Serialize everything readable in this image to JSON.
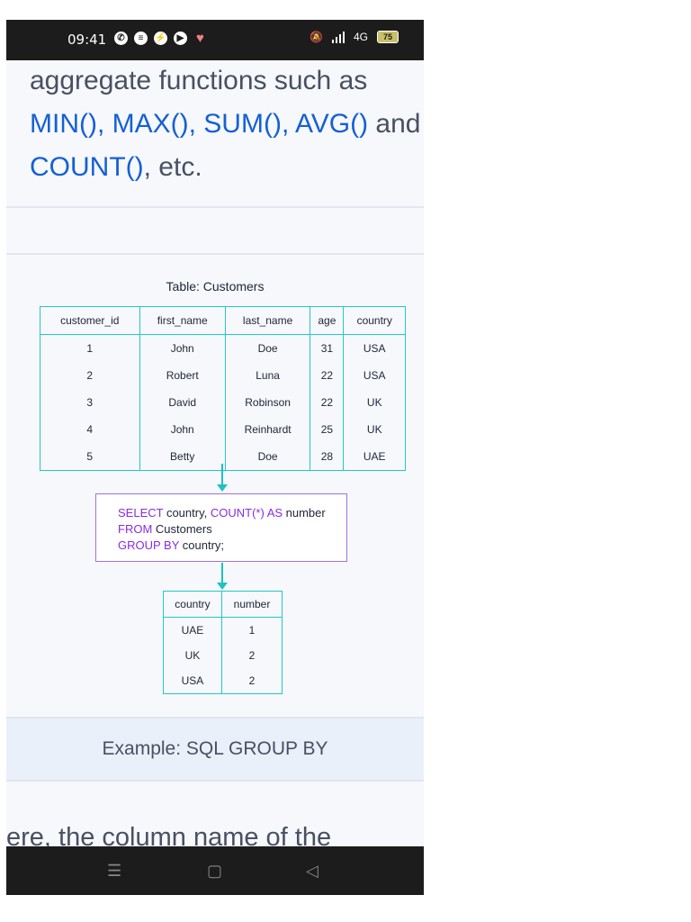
{
  "status_bar": {
    "time": "09:41",
    "network": "4G",
    "battery": "75"
  },
  "intro": {
    "text_before": "aggregate functions such as",
    "functions": "MIN(), MAX(), SUM(), AVG()",
    "and": " and",
    "count": "COUNT()",
    "etc": ", etc."
  },
  "diagram": {
    "title": "Table: Customers",
    "customers_headers": [
      "customer_id",
      "first_name",
      "last_name",
      "age",
      "country"
    ],
    "customers_rows": [
      [
        "1",
        "John",
        "Doe",
        "31",
        "USA"
      ],
      [
        "2",
        "Robert",
        "Luna",
        "22",
        "USA"
      ],
      [
        "3",
        "David",
        "Robinson",
        "22",
        "UK"
      ],
      [
        "4",
        "John",
        "Reinhardt",
        "25",
        "UK"
      ],
      [
        "5",
        "Betty",
        "Doe",
        "28",
        "UAE"
      ]
    ],
    "sql": {
      "select_kw": "SELECT",
      "select_rest": " country, ",
      "count_kw": "COUNT(*) AS",
      "count_rest": " number",
      "from_kw": "FROM",
      "from_rest": " Customers",
      "group_kw": "GROUP BY",
      "group_rest": " country;"
    },
    "result_headers": [
      "country",
      "number"
    ],
    "result_rows": [
      [
        "UAE",
        "1"
      ],
      [
        "UK",
        "2"
      ],
      [
        "USA",
        "2"
      ]
    ]
  },
  "caption": "Example: SQL GROUP BY",
  "cut_text": "ere, the column name of the",
  "nav": {
    "menu": "☰",
    "home": "▢",
    "back": "◁"
  },
  "colors": {
    "accent_blue": "#1560d4",
    "teal": "#24c7c7",
    "purple": "#8a2be2"
  }
}
